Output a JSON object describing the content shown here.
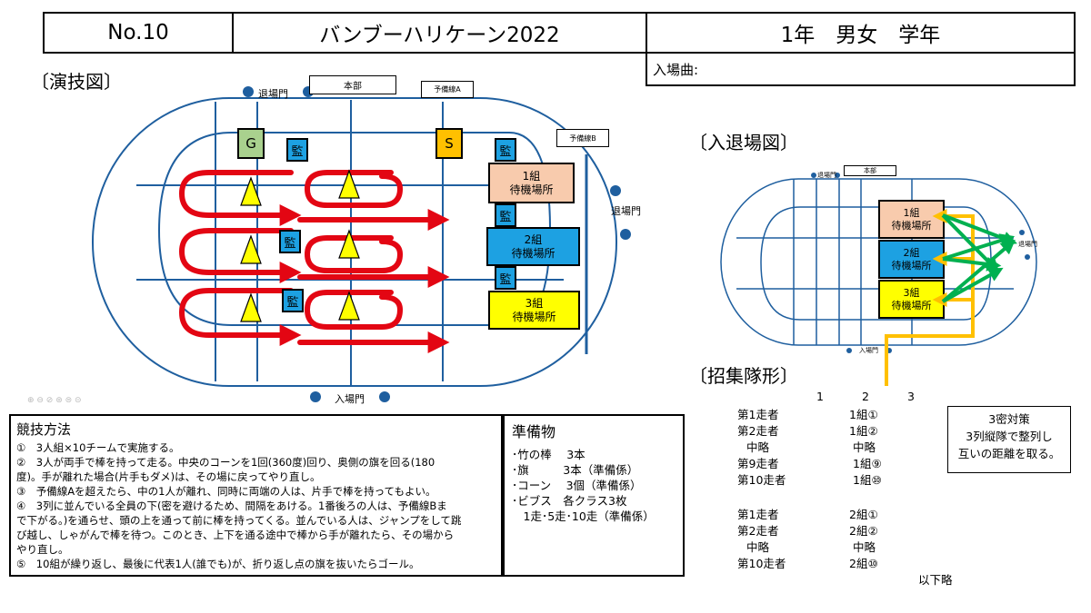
{
  "header": {
    "number": "No.10",
    "event": "バンブーハリケーン2022",
    "grade": "1年　男女　学年",
    "music_label": "入場曲:"
  },
  "performance": {
    "title": "〔演技図〕",
    "exit_gate": "退場門",
    "exit_gate_right": "退場門",
    "entrance_gate": "入場門",
    "hq": "本部",
    "reserve_a": "予備線A",
    "reserve_b": "予備線B",
    "goal": "G",
    "start": "S",
    "supervisor": "監",
    "group1": "1組\n待機場所",
    "group2": "2組\n待機場所",
    "group3": "3組\n待機場所",
    "colors": {
      "track": "#1f5f9f",
      "arrow": "#e30613",
      "cone": "#ffff00",
      "kan": "#1da1e2",
      "g1": "#f8cbad",
      "g2": "#1da1e2",
      "g3": "#ffff00",
      "goal": "#a9d18e",
      "start": "#ffc000"
    }
  },
  "entry_exit": {
    "title": "〔入退場図〕",
    "exit_gate": "退場門",
    "entrance_gate": "入場門",
    "hq": "本部",
    "group1": "1組\n待機場所",
    "group2": "2組\n待機場所",
    "group3": "3組\n待機場所",
    "colors": {
      "in_arrow": "#ffc000",
      "out_arrow": "#00b050"
    }
  },
  "assembly": {
    "title": "〔招集隊形〕",
    "columns": [
      "1",
      "2",
      "3"
    ],
    "group1_rows": [
      {
        "runner": "第1走者",
        "group": "1組①"
      },
      {
        "runner": "第2走者",
        "group": "1組②"
      },
      {
        "runner": "中略",
        "group": "中略"
      },
      {
        "runner": "第9走者",
        "group": "1組⑨"
      },
      {
        "runner": "第10走者",
        "group": "1組⑩"
      }
    ],
    "group2_rows": [
      {
        "runner": "第1走者",
        "group": "2組①"
      },
      {
        "runner": "第2走者",
        "group": "2組②"
      },
      {
        "runner": "中略",
        "group": "中略"
      },
      {
        "runner": "第10走者",
        "group": "2組⑩"
      }
    ],
    "omitted": "以下略",
    "density_note": [
      "3密対策",
      "3列縦隊で整列し",
      "互いの距離を取る。"
    ]
  },
  "rules": {
    "title": "競技方法",
    "lines": [
      "①　3人組×10チームで実施する。",
      "②　3人が両手で棒を持って走る。中央のコーンを1回(360度)回り、奥側の旗を回る(180",
      "度)。手が離れた場合(片手もダメ)は、その場に戻ってやり直し。",
      "③　予備線Aを超えたら、中の1人が離れ、同時に両端の人は、片手で棒を持ってもよい。",
      "④　3列に並んでいる全員の下(密を避けるため、間隔をあける。1番後ろの人は、予備線Bま",
      "で下がる。)を通らせ、頭の上を通って前に棒を持ってくる。並んでいる人は、ジャンプをして跳",
      "び越し、しゃがんで棒を待つ。このとき、上下を通る途中で棒から手が離れたら、その場から",
      "やり直し。",
      "⑤　10組が繰り返し、最後に代表1人(誰でも)が、折り返し点の旗を抜いたらゴール。"
    ]
  },
  "equipment": {
    "title": "準備物",
    "lines": [
      "･竹の棒　 3本",
      "･旗　　　3本（準備係）",
      "･コーン　 3個（準備係）",
      "･ビブス　各クラス3枚",
      "　1走･5走･10走（準備係）"
    ]
  }
}
